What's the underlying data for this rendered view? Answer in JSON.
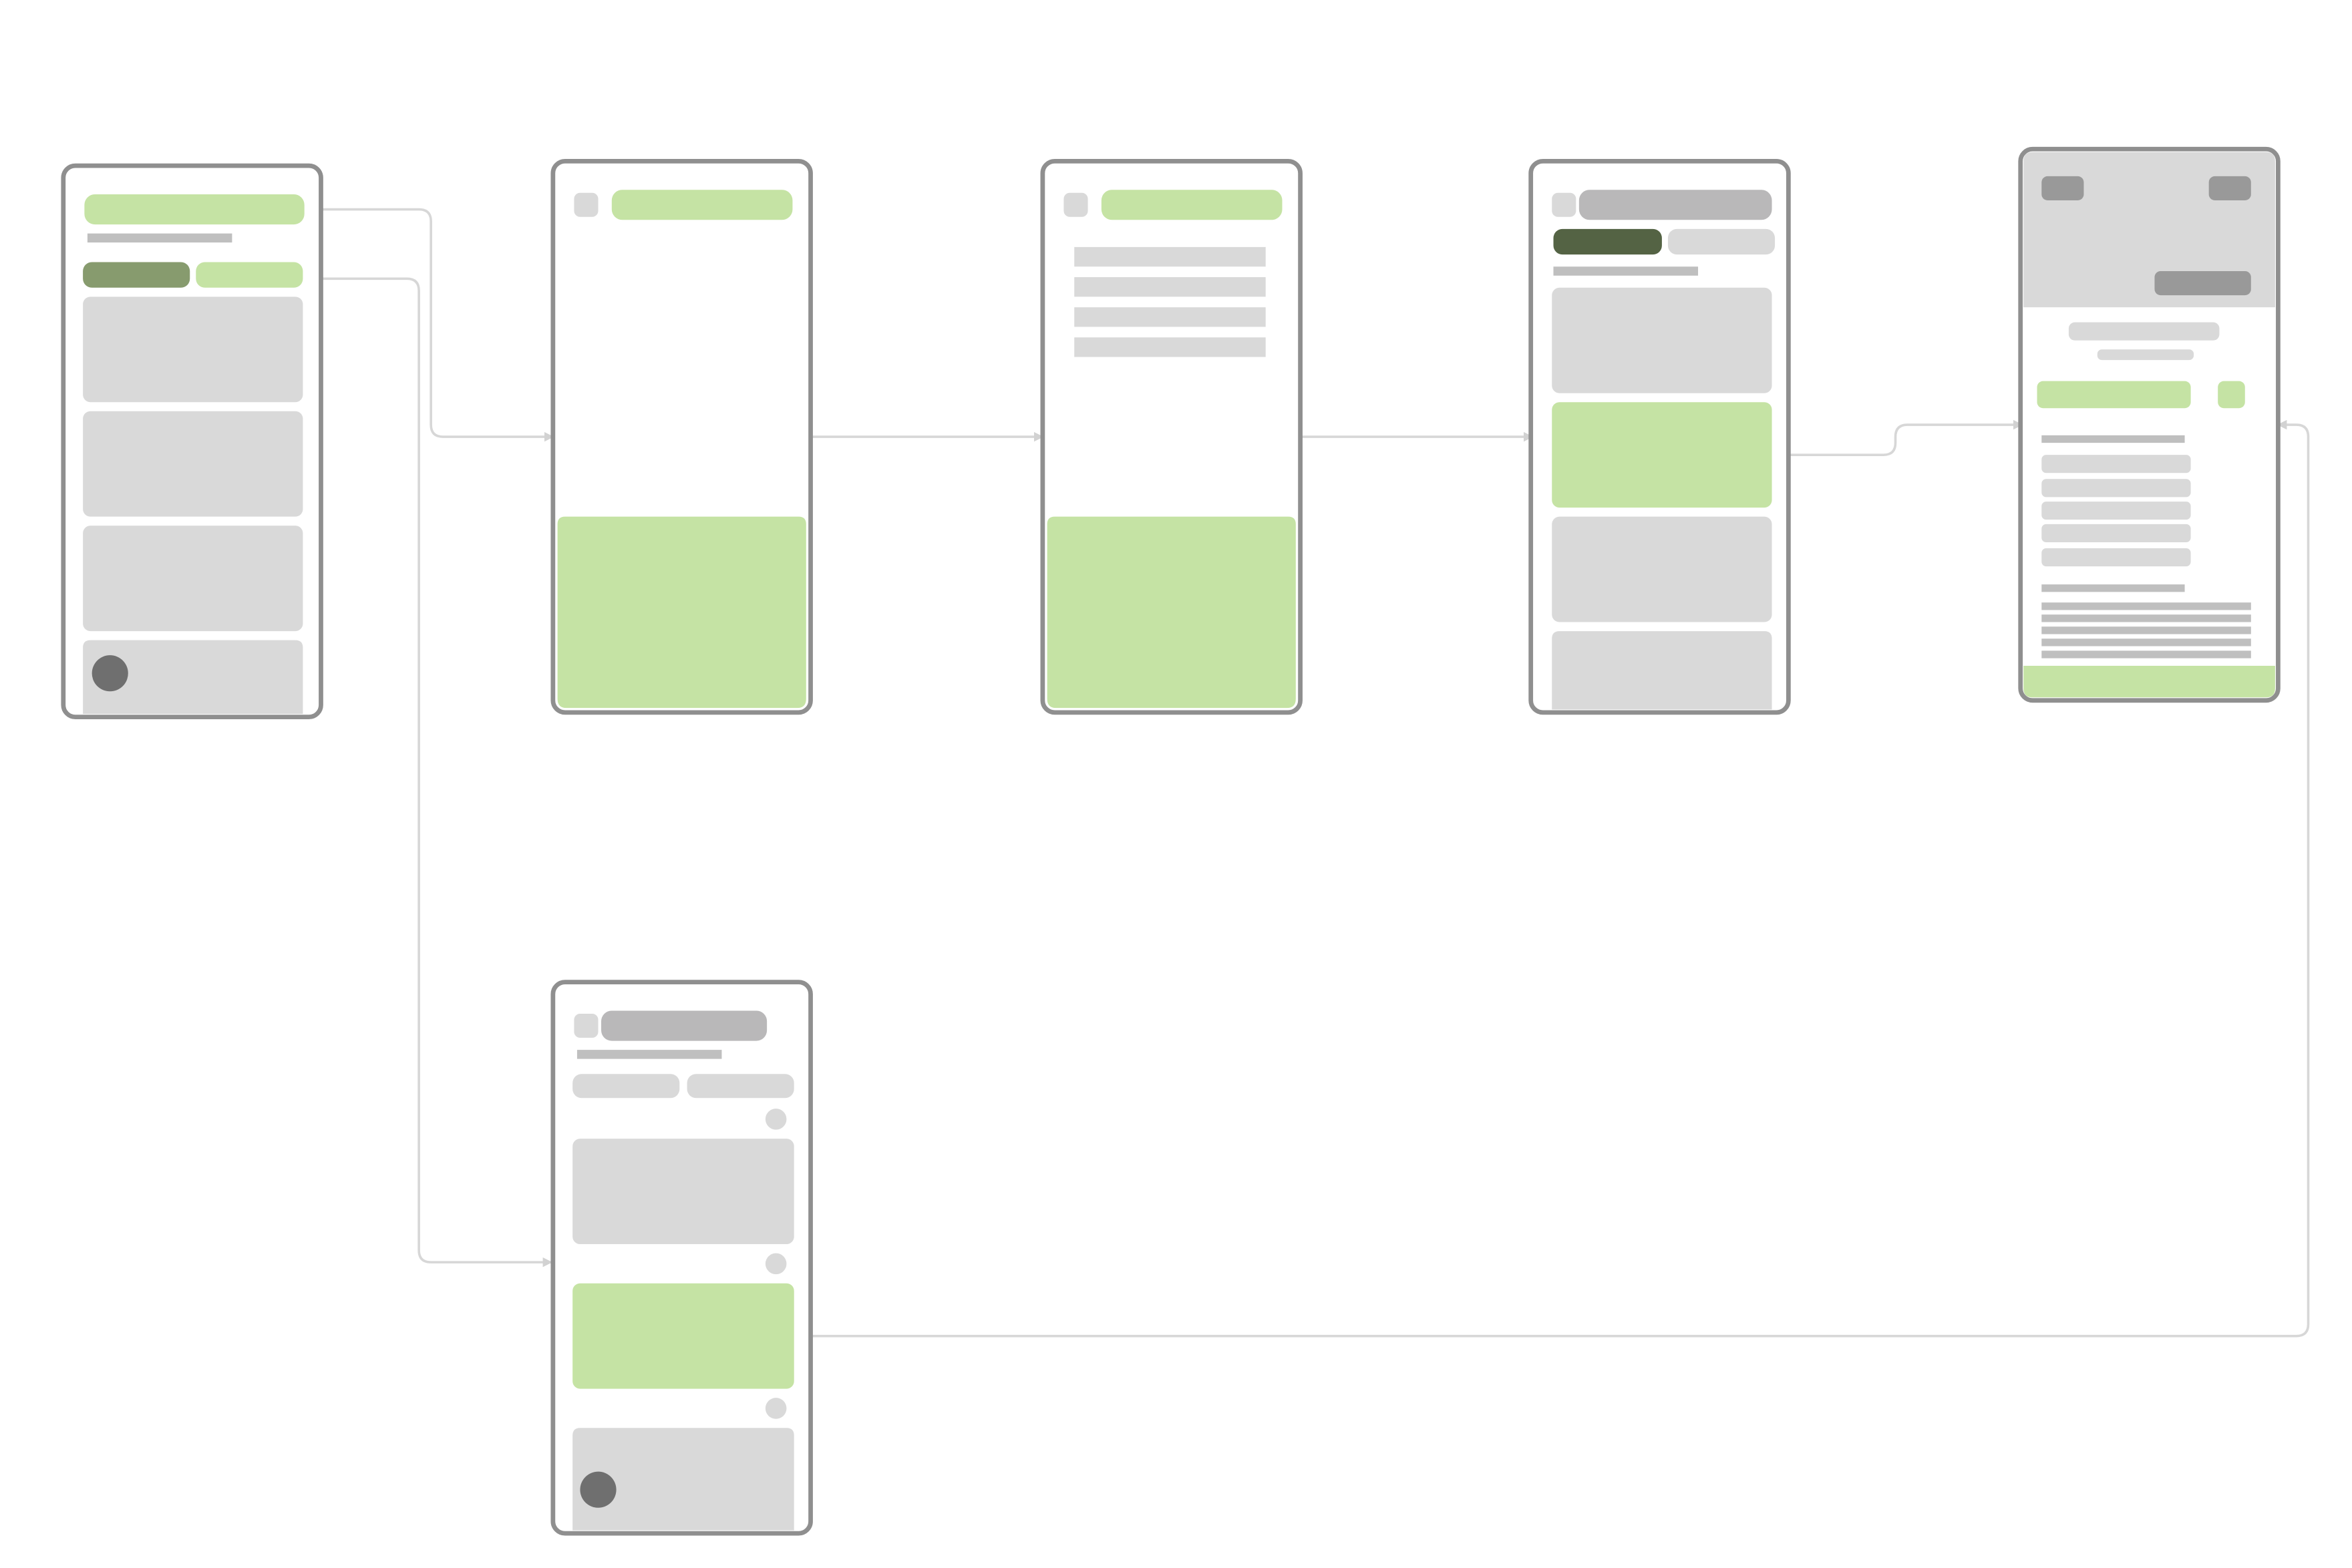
{
  "diagram": {
    "type": "user-flow wireframe",
    "colors": {
      "frame_stroke": "#8f8f8f",
      "placeholder": "#d9d9d9",
      "placeholder_dark": "#b9b8b9",
      "text_line": "#bfbfbf",
      "accent": "#c5e3a4",
      "accent_dark": "#879b6e",
      "accent_darkest": "#546344",
      "avatar": "#6f6f6f",
      "connector": "#d7d7d7"
    },
    "screens": [
      {
        "id": "home"
      },
      {
        "id": "step-1"
      },
      {
        "id": "step-2"
      },
      {
        "id": "results"
      },
      {
        "id": "detail"
      },
      {
        "id": "alt-list"
      }
    ],
    "connections": [
      {
        "from": "home",
        "to": "step-1"
      },
      {
        "from": "home",
        "to": "alt-list"
      },
      {
        "from": "step-1",
        "to": "step-2"
      },
      {
        "from": "step-2",
        "to": "results"
      },
      {
        "from": "results",
        "to": "detail"
      },
      {
        "from": "alt-list",
        "to": "detail"
      }
    ]
  }
}
